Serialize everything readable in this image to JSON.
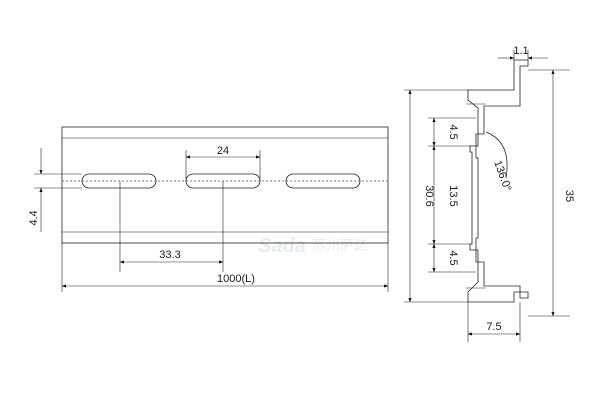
{
  "drawing": {
    "front_view": {
      "slot_pitch": "33.3",
      "slot_length": "24",
      "slot_width": "4.4",
      "rail_length": "1000(L)"
    },
    "profile_view": {
      "lip_thickness": "1.1",
      "upper_flange": "4.5",
      "middle_web": "13.5",
      "lower_flange": "4.5",
      "inner_height": "30.6",
      "overall_height": "35",
      "bottom_width": "7.5",
      "bend_angle": "136.0°"
    },
    "watermark": {
      "brand": "Sada",
      "chinese": "苏州萨达"
    }
  }
}
